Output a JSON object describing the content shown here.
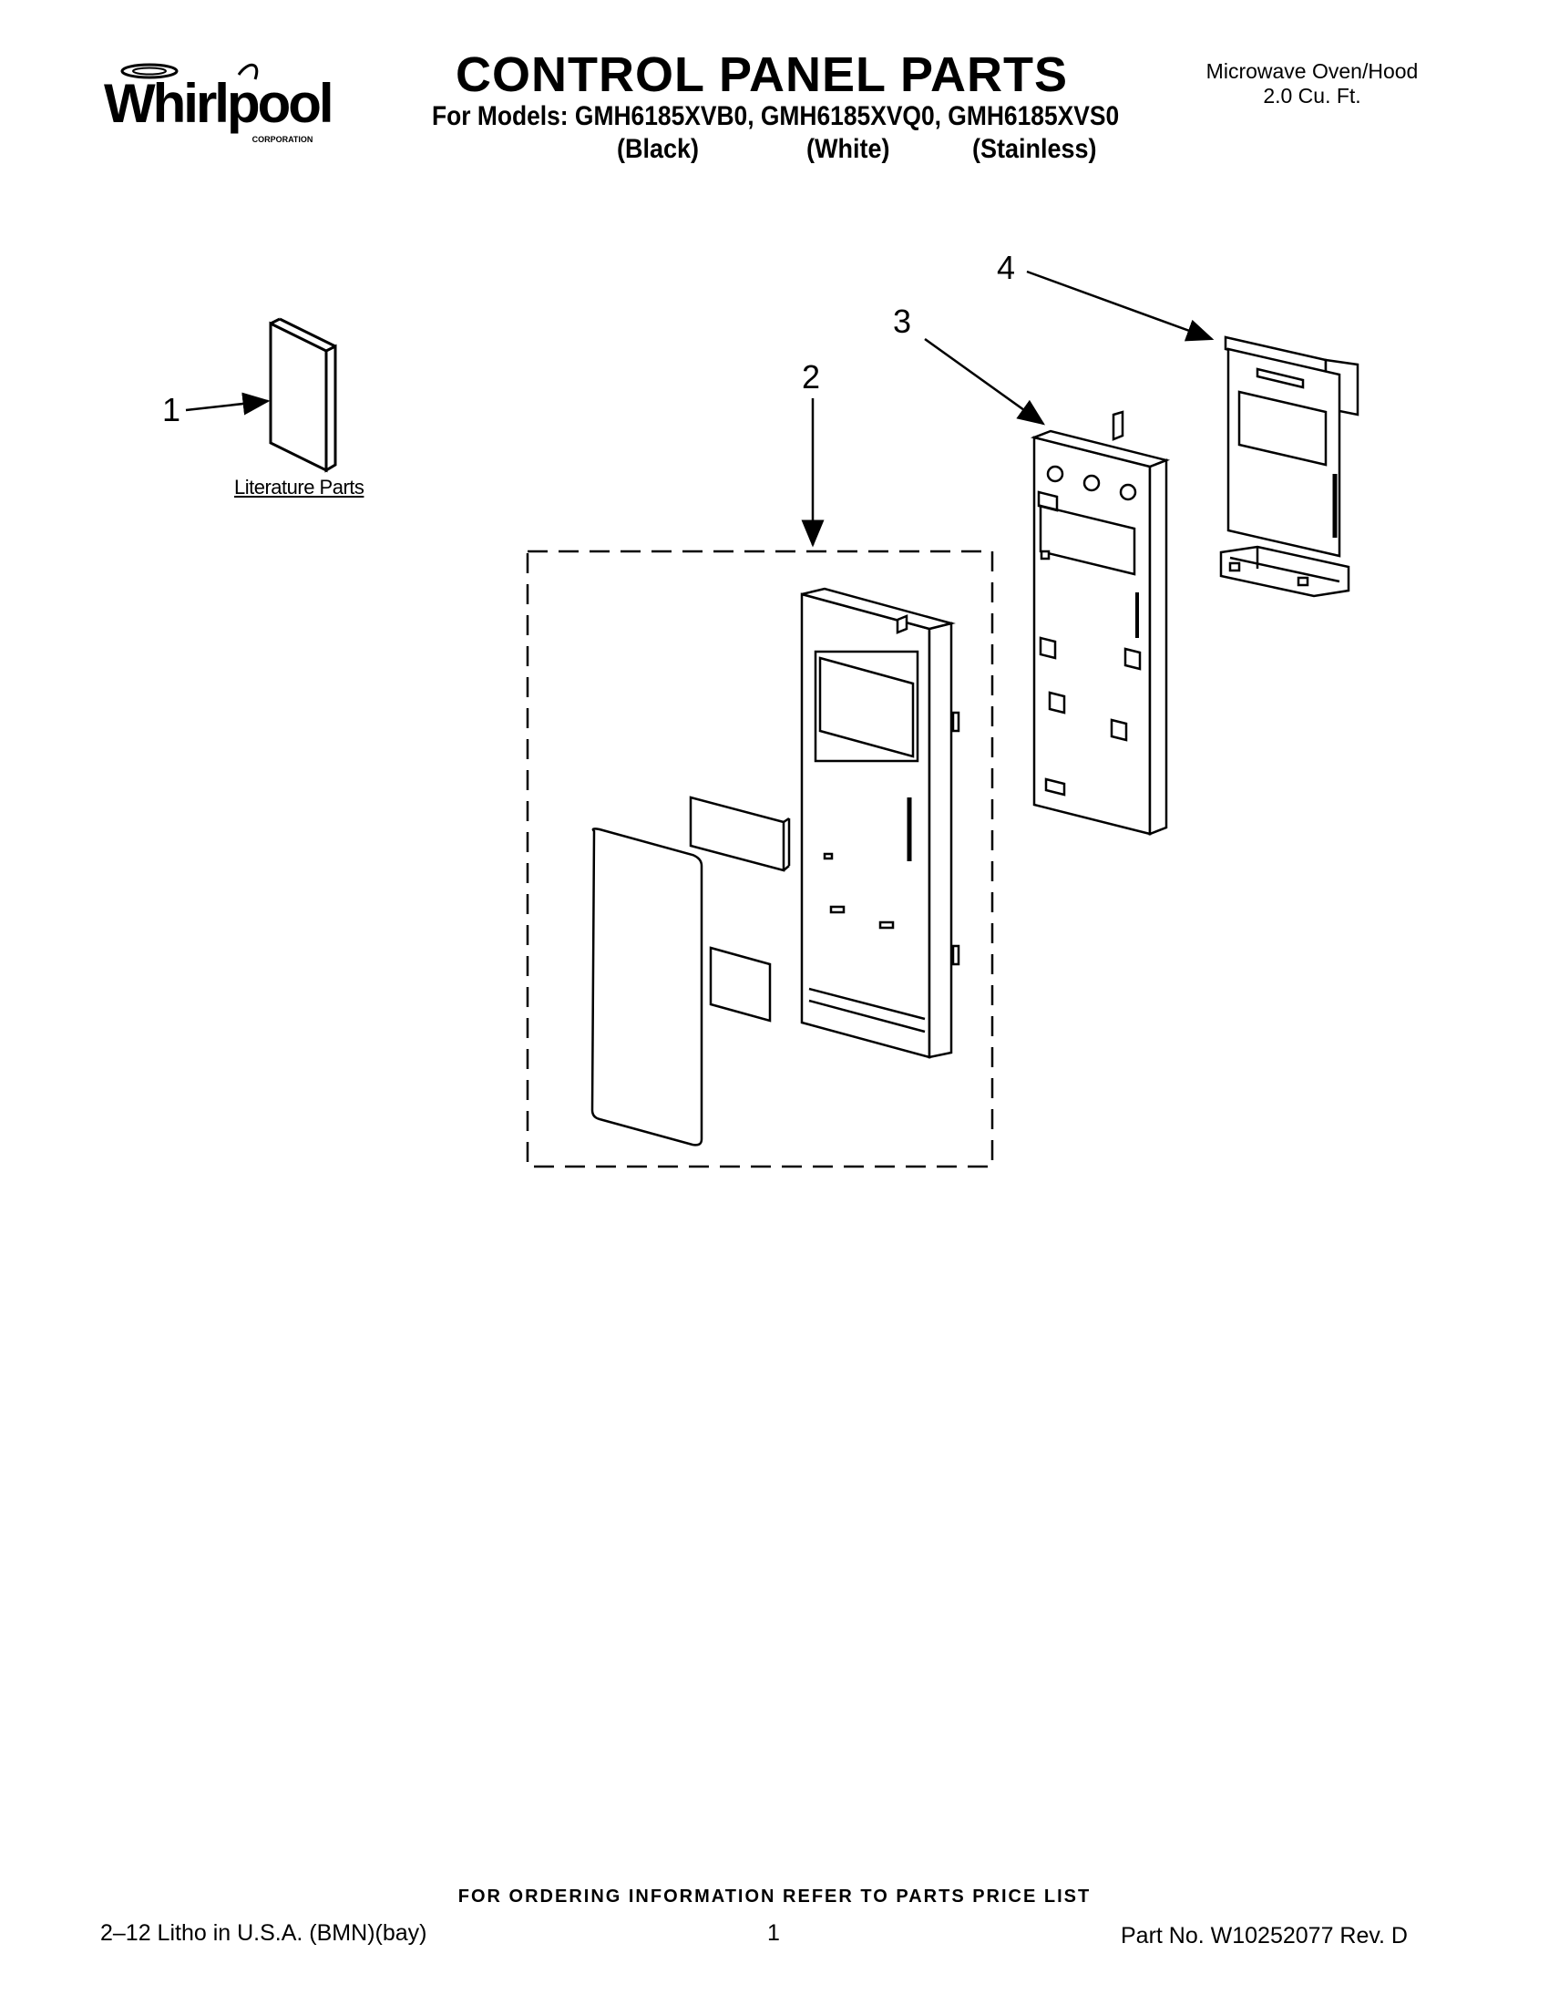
{
  "header": {
    "brand": "Whirlpool",
    "brand_sub": "CORPORATION",
    "title": "CONTROL PANEL PARTS",
    "models_line": "For Models: GMH6185XVB0, GMH6185XVQ0, GMH6185XVS0",
    "colors": [
      "(Black)",
      "(White)",
      "(Stainless)"
    ],
    "product_line1": "Microwave Oven/Hood",
    "product_line2": "2.0 Cu. Ft."
  },
  "diagram": {
    "callouts": [
      "1",
      "2",
      "3",
      "4"
    ],
    "literature_label": "Literature Parts"
  },
  "footer": {
    "ordering_note": "FOR ORDERING INFORMATION REFER TO PARTS PRICE LIST",
    "litho": "2–12 Litho in U.S.A. (BMN)(bay)",
    "page_number": "1",
    "part_number": "Part No. W10252077 Rev. D"
  }
}
